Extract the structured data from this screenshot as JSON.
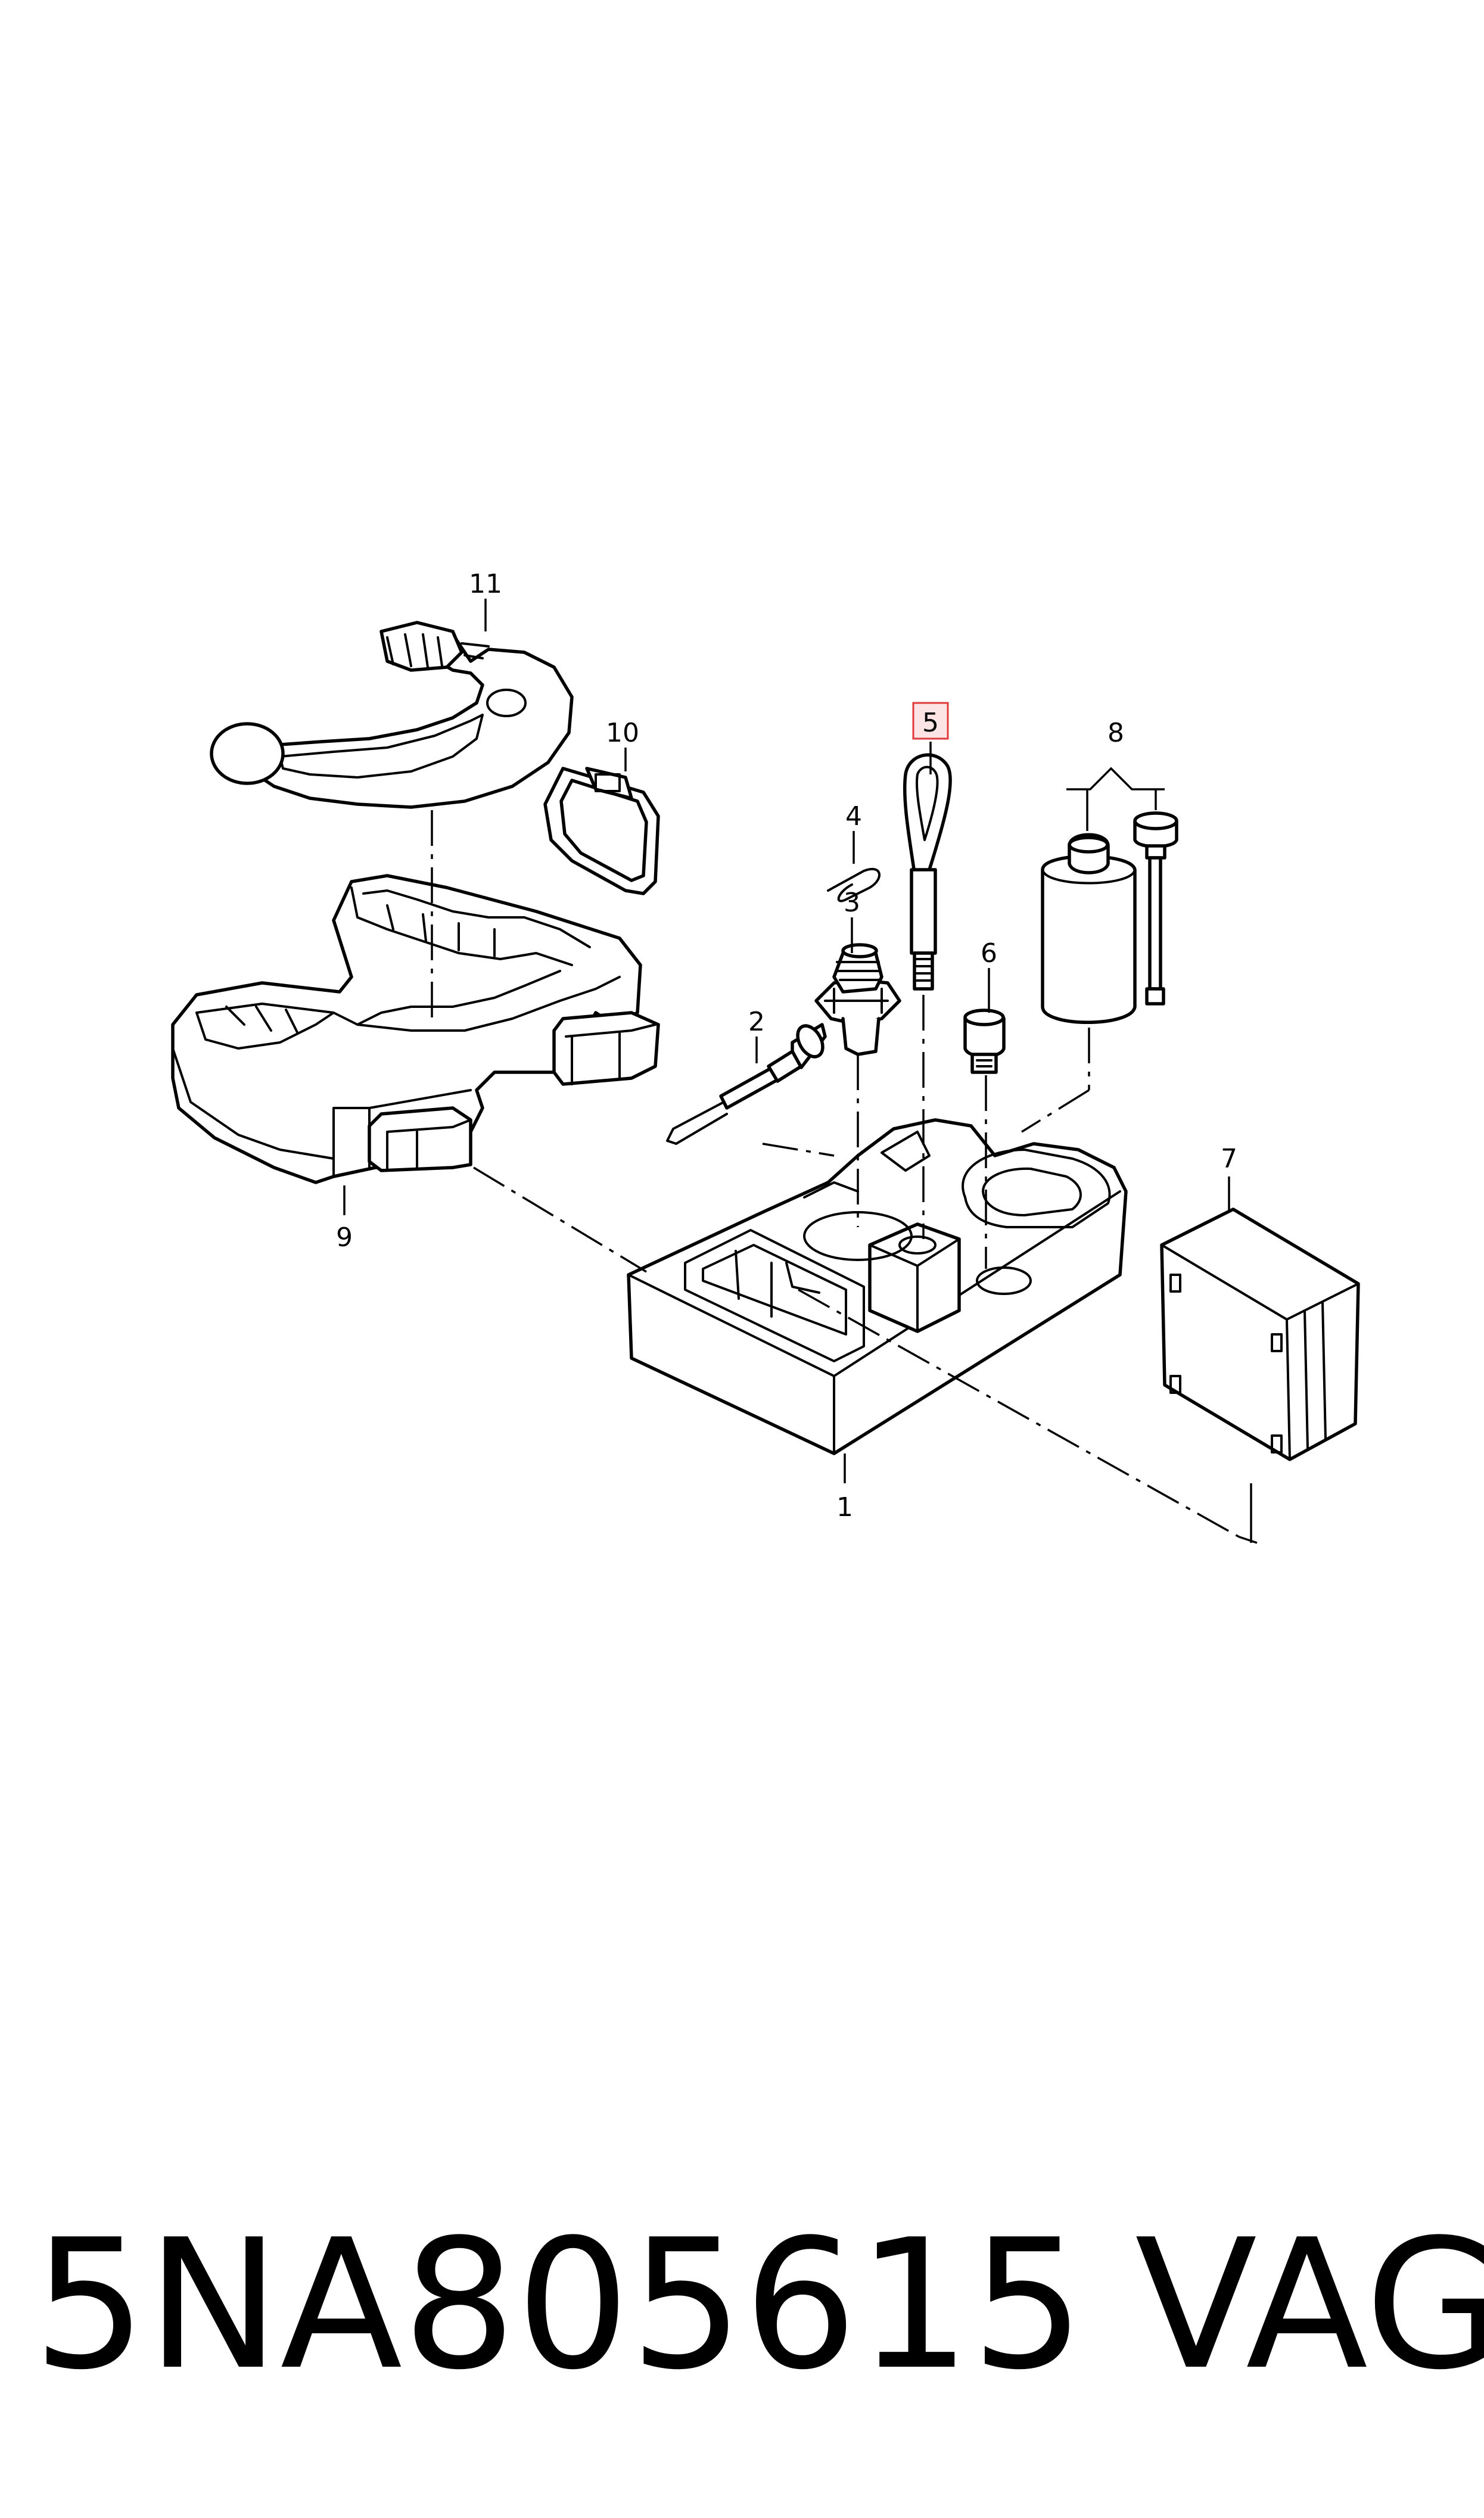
{
  "callouts": {
    "c1": "1",
    "c2": "2",
    "c3": "3",
    "c4": "4",
    "c5": "5",
    "c6": "6",
    "c7": "7",
    "c8": "8",
    "c9": "9",
    "c10": "10",
    "c11": "11"
  },
  "highlighted_callout": "5",
  "highlight_color": "#e03a3a",
  "caption": {
    "part_number": "5NA805615",
    "brand": "VAG"
  }
}
